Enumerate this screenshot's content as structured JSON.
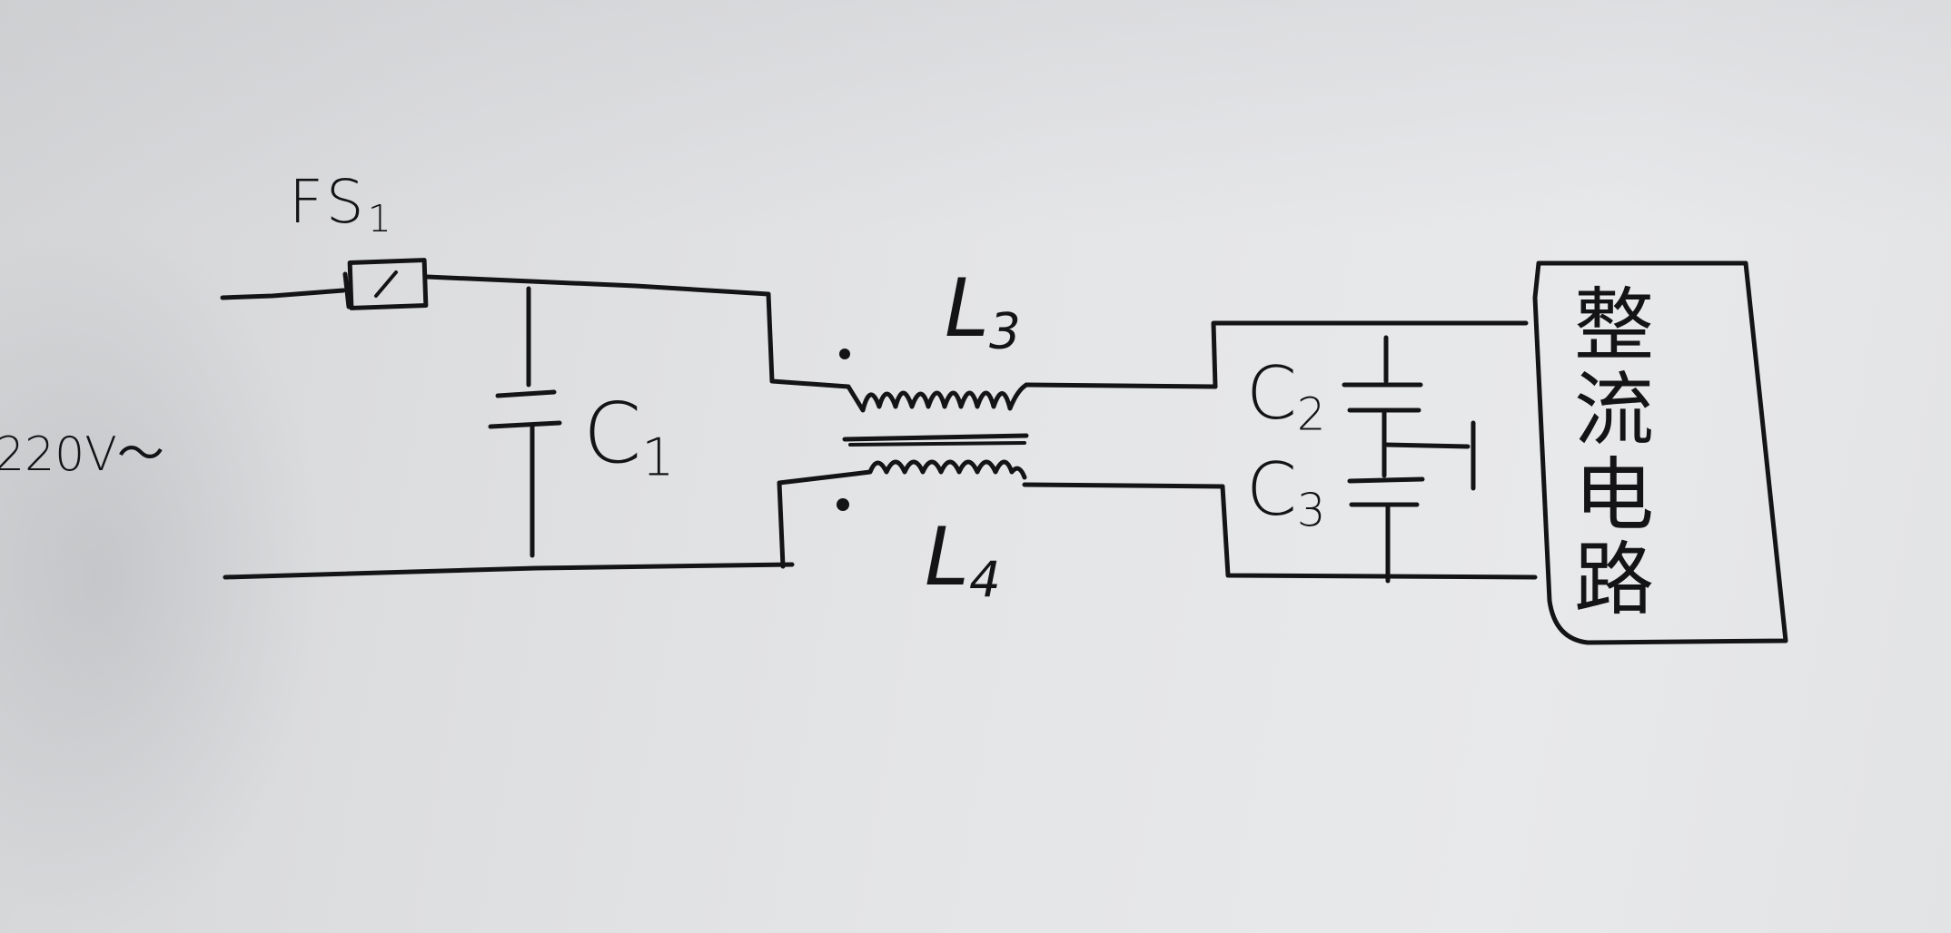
{
  "diagram": {
    "fuse_label": "FS",
    "fuse_label_sub": "1",
    "source_label": "220V～",
    "capacitor_1_label": "C",
    "capacitor_1_sub": "1",
    "inductor_top_label": "L",
    "inductor_top_sub": "3",
    "inductor_bottom_label": "L",
    "inductor_bottom_sub": "4",
    "capacitor_2_label": "C",
    "capacitor_2_sub": "2",
    "capacitor_3_label": "C",
    "capacitor_3_sub": "3",
    "rectifier_label": "整流电路"
  },
  "colors": {
    "ink": "#141416",
    "paper": "#e4e5e7"
  }
}
